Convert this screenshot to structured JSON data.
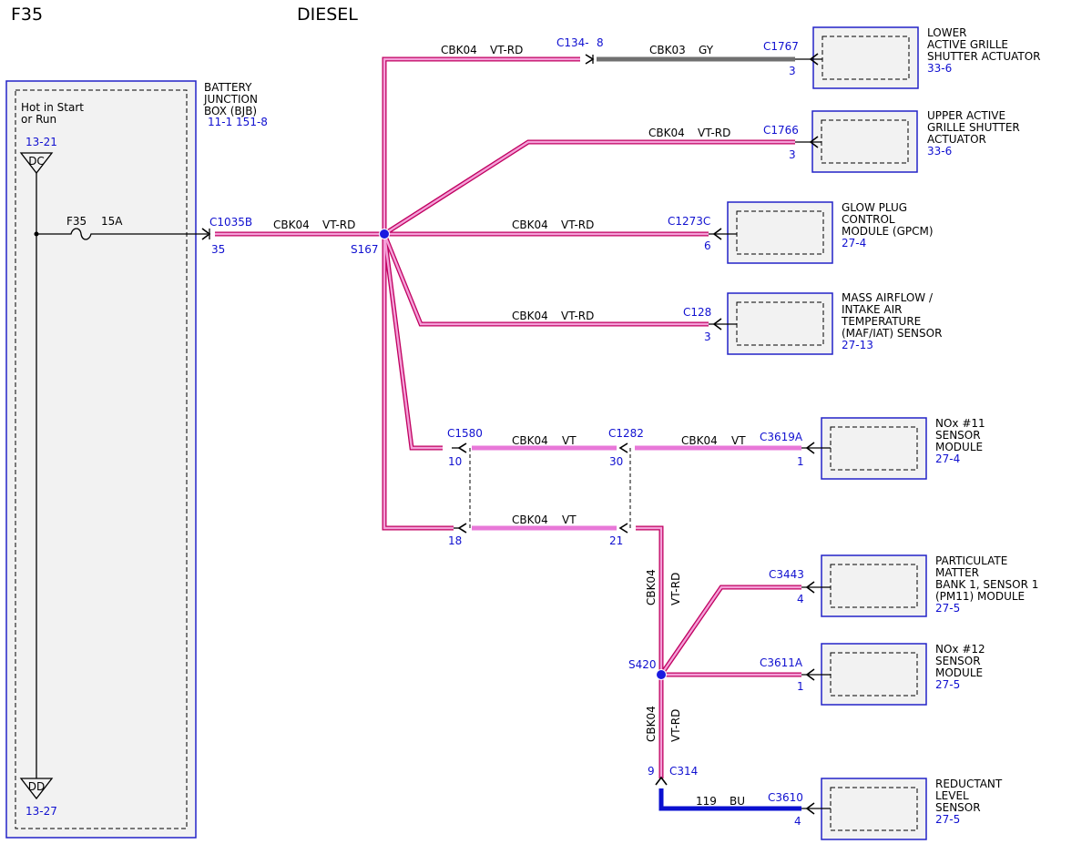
{
  "header": {
    "fuse": "F35",
    "engine": "DIESEL"
  },
  "colors": {
    "vt_rd_outer": "#c00060",
    "vt_rd_inner": "#f4a0d8",
    "vt": "#e878d8",
    "gy": "#707070",
    "bu": "#0a10d0",
    "ref_text": "#1010d0"
  },
  "bjb": {
    "box_title": "Hot in Start\nor Run",
    "name": "BATTERY\nJUNCTION\nBOX (BJB)",
    "ref": "11-1   151-8",
    "fuse_label": "F35",
    "fuse_rating": "15A",
    "top_ref": "13-21",
    "top_bus": "DC",
    "bottom_bus": "DD",
    "bottom_ref": "13-27"
  },
  "connectors": {
    "c1035b": {
      "name": "C1035B",
      "pin": "35"
    },
    "c134": {
      "name": "C134-",
      "pin": "8"
    },
    "c1767": {
      "name": "C1767",
      "pin": "3"
    },
    "c1766": {
      "name": "C1766",
      "pin": "3"
    },
    "c1273c": {
      "name": "C1273C",
      "pin": "6"
    },
    "c128": {
      "name": "C128",
      "pin": "3"
    },
    "c1580": {
      "name": "C1580",
      "pin_top": "10",
      "pin_bottom": "18"
    },
    "c1282": {
      "name": "C1282",
      "pin_top": "30",
      "pin_bottom": "21"
    },
    "c3619a": {
      "name": "C3619A",
      "pin": "1"
    },
    "c3443": {
      "name": "C3443",
      "pin": "4"
    },
    "c3611a": {
      "name": "C3611A",
      "pin": "1"
    },
    "c314": {
      "name": "C314",
      "pin": "9"
    },
    "c3610": {
      "name": "C3610",
      "pin": "4"
    }
  },
  "splices": {
    "s167": "S167",
    "s420": "S420"
  },
  "circuits": {
    "main": {
      "code": "CBK04",
      "color": "VT-RD"
    },
    "top": {
      "code": "CBK04",
      "color": "VT-RD"
    },
    "gy": {
      "code": "CBK03",
      "color": "GY"
    },
    "upper": {
      "code": "CBK04",
      "color": "VT-RD"
    },
    "gpcm": {
      "code": "CBK04",
      "color": "VT-RD"
    },
    "maf": {
      "code": "CBK04",
      "color": "VT-RD"
    },
    "nox_left": {
      "code": "CBK04",
      "color": "VT"
    },
    "nox_right": {
      "code": "CBK04",
      "color": "VT"
    },
    "lower_mid": {
      "code": "CBK04",
      "color": "VT"
    },
    "vert1": {
      "code": "CBK04",
      "color": "VT-RD"
    },
    "vert2": {
      "code": "CBK04",
      "color": "VT-RD"
    },
    "bu": {
      "code": "119",
      "color": "BU"
    }
  },
  "components": [
    {
      "name": "LOWER\nACTIVE GRILLE\nSHUTTER ACTUATOR",
      "ref": "33-6"
    },
    {
      "name": "UPPER ACTIVE\nGRILLE SHUTTER\nACTUATOR",
      "ref": "33-6"
    },
    {
      "name": "GLOW PLUG\nCONTROL\nMODULE (GPCM)",
      "ref": "27-4"
    },
    {
      "name": "MASS AIRFLOW /\nINTAKE AIR\nTEMPERATURE\n(MAF/IAT) SENSOR",
      "ref": "27-13"
    },
    {
      "name": "NOx #11\nSENSOR\nMODULE",
      "ref": "27-4"
    },
    {
      "name": "PARTICULATE\nMATTER\nBANK 1, SENSOR 1\n(PM11) MODULE",
      "ref": "27-5"
    },
    {
      "name": "NOx #12\nSENSOR\nMODULE",
      "ref": "27-5"
    },
    {
      "name": "REDUCTANT\nLEVEL\nSENSOR",
      "ref": "27-5"
    }
  ]
}
